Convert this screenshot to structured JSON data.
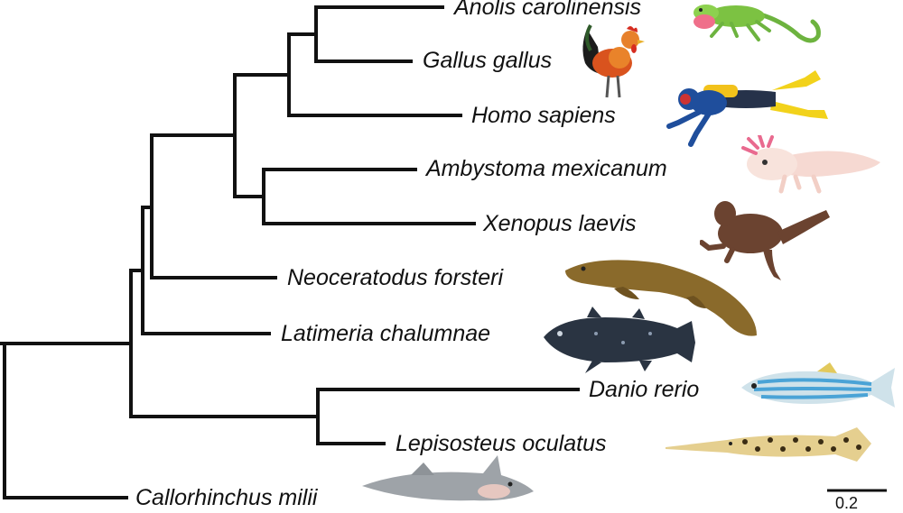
{
  "taxa": [
    {
      "name": "Anolis carolinensis",
      "icon": "lizard-icon"
    },
    {
      "name": "Gallus gallus",
      "icon": "rooster-icon"
    },
    {
      "name": "Homo sapiens",
      "icon": "diver-icon"
    },
    {
      "name": "Ambystoma mexicanum",
      "icon": "axolotl-icon"
    },
    {
      "name": "Xenopus laevis",
      "icon": "frog-icon"
    },
    {
      "name": "Neoceratodus forsteri",
      "icon": "lungfish-icon"
    },
    {
      "name": "Latimeria chalumnae",
      "icon": "coelacanth-icon"
    },
    {
      "name": "Danio rerio",
      "icon": "zebrafish-icon"
    },
    {
      "name": "Lepisosteus oculatus",
      "icon": "gar-icon"
    },
    {
      "name": "Callorhinchus milii",
      "icon": "chimaera-icon"
    }
  ],
  "scale_bar": {
    "label": "0.2"
  },
  "colors": {
    "branch": "#111111",
    "lizard": "#7cc242",
    "rooster": "#d9531e",
    "diver": "#1f4e9c",
    "axolotl": "#f6d9d2",
    "frog": "#6b4330",
    "lungfish": "#8a6a2b",
    "coelacanth": "#2a3442",
    "zebrafish": "#4aa3d6",
    "gar": "#e5cf8f",
    "chimaera": "#9ea3a8"
  }
}
